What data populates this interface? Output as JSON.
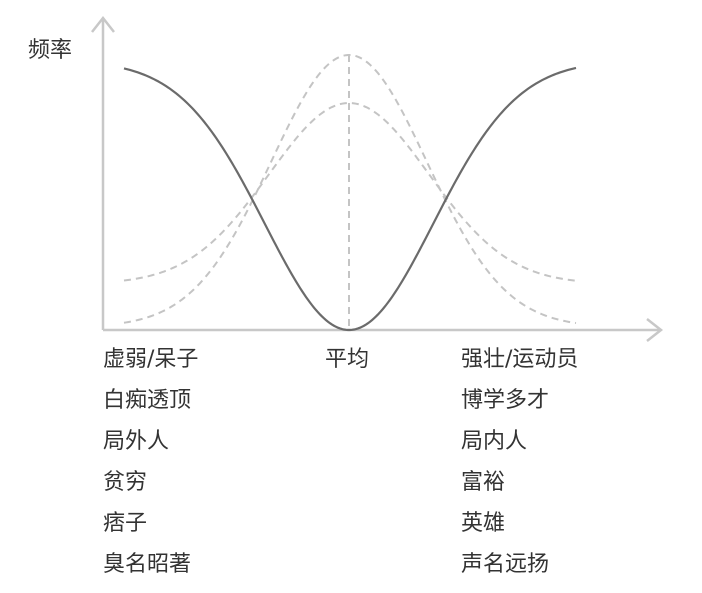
{
  "y_axis_label": "频率",
  "center_label": "平均",
  "left_labels": [
    "虚弱/呆子",
    "白痴透顶",
    "局外人",
    "贫穷",
    "痞子",
    "臭名昭著"
  ],
  "right_labels": [
    "强壮/运动员",
    "博学多才",
    "局内人",
    "富裕",
    "英雄",
    "声名远扬"
  ],
  "colors": {
    "axis": "#c8c8c8",
    "solid_curve": "#6b6b6b",
    "dashed_curve": "#c4c4c4",
    "text": "#333333"
  }
}
